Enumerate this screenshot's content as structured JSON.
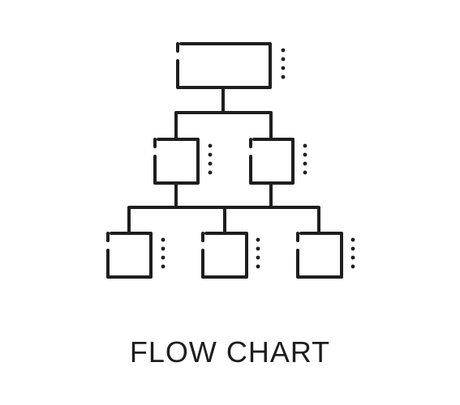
{
  "caption": "FLOW CHART",
  "colors": {
    "stroke": "#1e1e1e",
    "background": "#ffffff"
  },
  "icon": "flowchart-hierarchy-icon",
  "nodes": [
    {
      "id": "root",
      "level": 0
    },
    {
      "id": "mid-left",
      "level": 1,
      "parent": "root"
    },
    {
      "id": "mid-right",
      "level": 1,
      "parent": "root"
    },
    {
      "id": "leaf-left",
      "level": 2,
      "parent": "mid-left"
    },
    {
      "id": "leaf-center",
      "level": 2,
      "parent": "mid-left"
    },
    {
      "id": "leaf-right",
      "level": 2,
      "parent": "mid-right"
    }
  ]
}
